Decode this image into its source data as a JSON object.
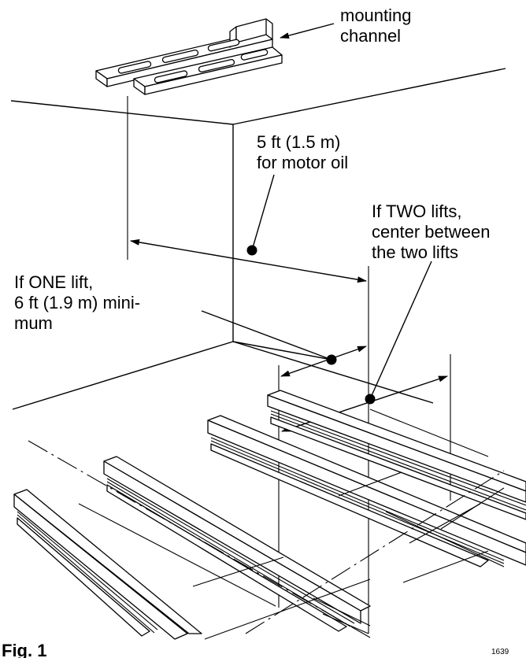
{
  "labels": {
    "mounting_channel": [
      "mounting",
      "channel"
    ],
    "motor_oil": [
      "5 ft (1.5 m)",
      "for motor oil"
    ],
    "two_lifts": [
      "If TWO lifts,",
      "center between",
      "the two lifts"
    ],
    "one_lift": [
      "If ONE lift,",
      "6 ft (1.9 m) mini-",
      "mum"
    ]
  },
  "figure_label": "Fig. 1",
  "figure_code": "1639"
}
